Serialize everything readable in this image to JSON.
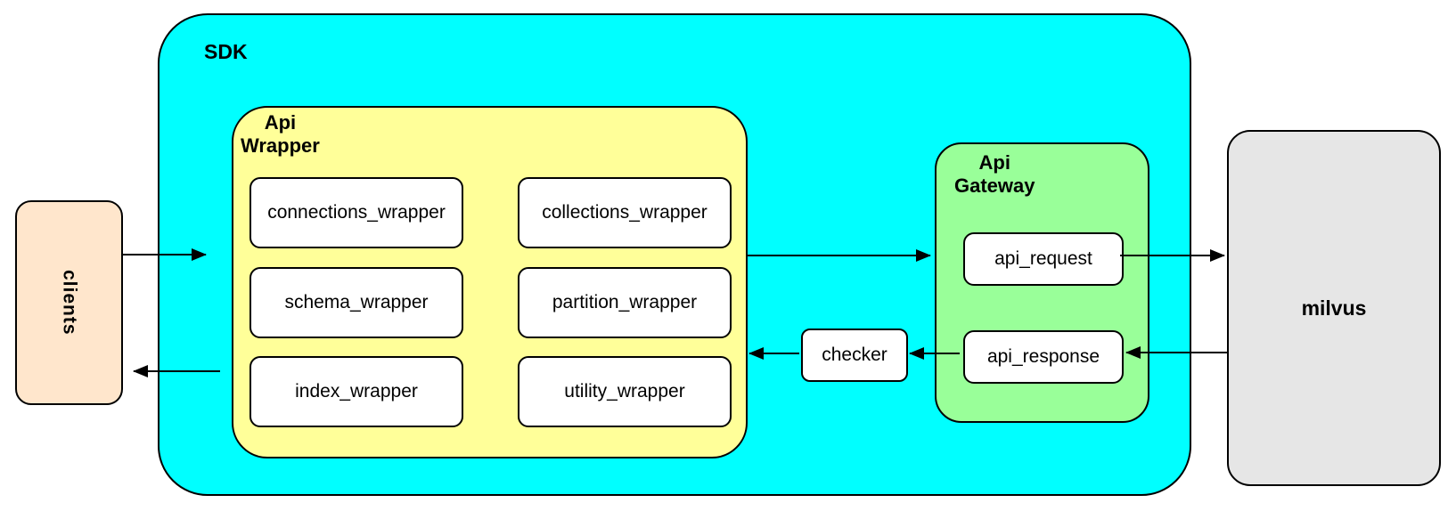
{
  "colors": {
    "sdk_fill": "#00FFFF",
    "wrapper_fill": "#FFFF99",
    "gateway_fill": "#99FF99",
    "clients_fill": "#FFE6CC",
    "milvus_fill": "#E6E6E6",
    "node_fill": "#FFFFFF",
    "border": "#000000"
  },
  "nodes": {
    "clients": "clients",
    "sdk": "SDK",
    "api_wrapper_label": "Api\nWrapper",
    "wrappers": [
      "connections_wrapper",
      "collections_wrapper",
      "schema_wrapper",
      "partition_wrapper",
      "index_wrapper",
      "utility_wrapper"
    ],
    "checker": "checker",
    "api_gateway_label": "Api\nGateway",
    "api_request": "api_request",
    "api_response": "api_response",
    "milvus": "milvus"
  },
  "edges": [
    {
      "from": "clients",
      "to": "SDK"
    },
    {
      "from": "SDK",
      "to": "clients"
    },
    {
      "from": "Api Wrapper",
      "to": "api_request"
    },
    {
      "from": "api_request",
      "to": "milvus"
    },
    {
      "from": "milvus",
      "to": "api_response"
    },
    {
      "from": "api_response",
      "to": "checker"
    },
    {
      "from": "checker",
      "to": "Api Wrapper"
    }
  ]
}
